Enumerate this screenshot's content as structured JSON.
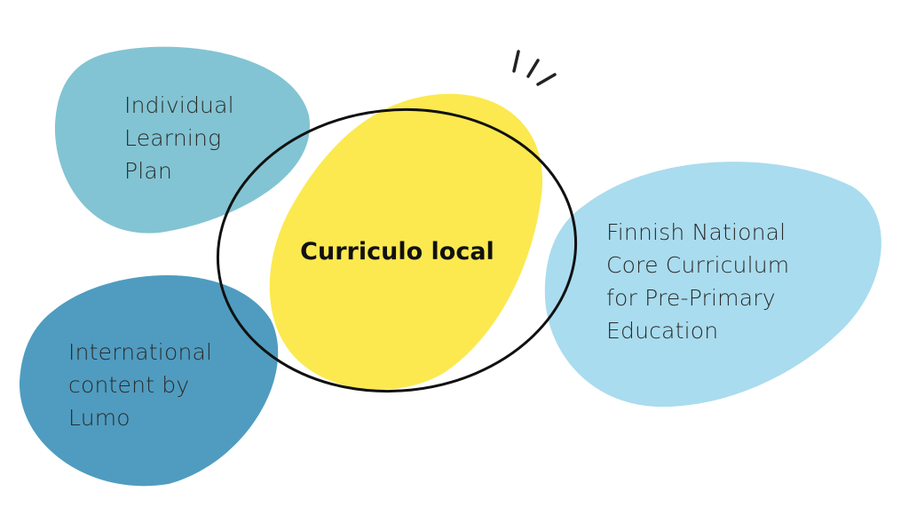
{
  "colors": {
    "plan_blob": "#82c4d3",
    "international_blob": "#4f9cc0",
    "national_blob": "#a9dcee",
    "local_blob": "#fbe94f",
    "outline": "#111111"
  },
  "labels": {
    "center": "Curriculo local",
    "plan": [
      "Individual",
      "Learning",
      "Plan"
    ],
    "international": [
      "International",
      "content by",
      "Lumo"
    ],
    "national": [
      "Finnish National",
      "Core Curriculum",
      "for Pre-Primary",
      "Education"
    ]
  }
}
